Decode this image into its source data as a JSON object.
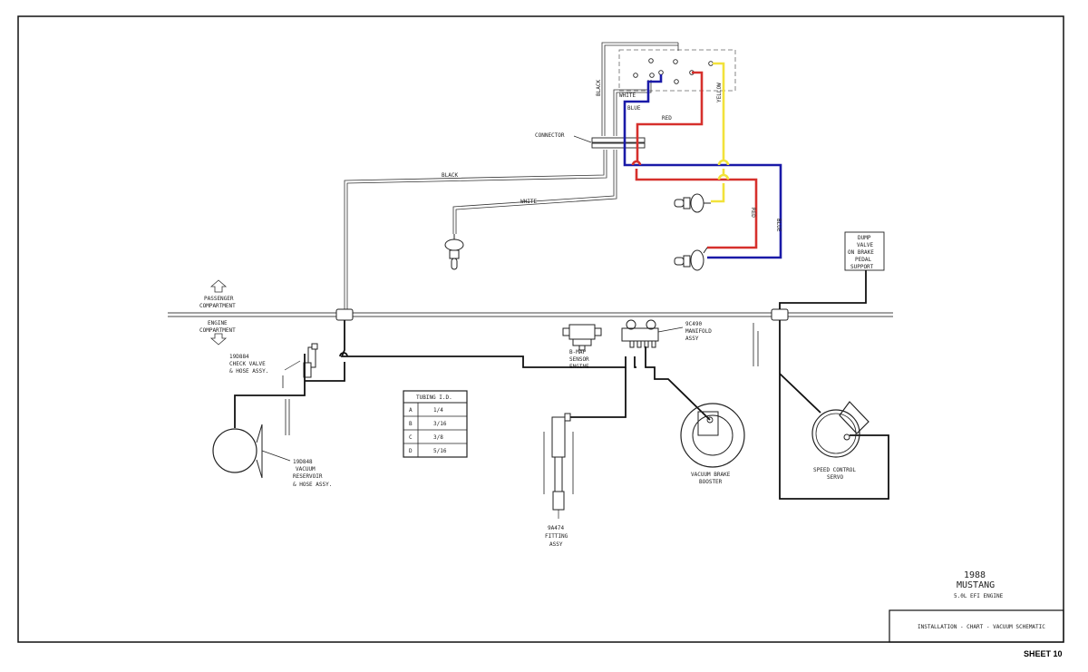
{
  "title_block": {
    "year": "1988",
    "model": "MUSTANG",
    "engine": "5.0L EFI ENGINE",
    "chart_title": "INSTALLATION - CHART - VACUUM SCHEMATIC",
    "sheet": "SHEET 10"
  },
  "compartments": {
    "passenger": [
      "PASSENGER",
      "COMPARTMENT"
    ],
    "engine": [
      "ENGINE",
      "COMPARTMENT"
    ]
  },
  "wire_labels": {
    "black_vertical": "BLACK",
    "white_top": "WHITE",
    "blue_top": "BLUE",
    "red_top": "RED",
    "yellow": "YELLOW",
    "black_horizontal": "BLACK",
    "white_horizontal": "WHITE",
    "red_vertical": "RED",
    "blue_vertical": "BLUE",
    "connector": "CONNECTOR"
  },
  "components": {
    "check_valve": [
      "19D884",
      "CHECK VALVE",
      "& HOSE ASSY."
    ],
    "reservoir": [
      "19D848",
      "VACUUM",
      "RESERVOIR",
      "& HOSE ASSY."
    ],
    "map_sensor": [
      "B-MAP",
      "SENSOR",
      "ENGINE"
    ],
    "manifold": [
      "9C490",
      "MANIFOLD",
      "ASSY"
    ],
    "fitting": [
      "9A474",
      "FITTING",
      "ASSY"
    ],
    "brake_booster": [
      "VACUUM BRAKE",
      "BOOSTER"
    ],
    "servo": [
      "SPEED CONTROL",
      "SERVO"
    ],
    "dump_valve": [
      "DUMP",
      "VALVE",
      "ON BRAKE",
      "PEDAL",
      "SUPPORT"
    ]
  },
  "tubing_table": {
    "header": "TUBING I.D.",
    "rows": [
      {
        "code": "A",
        "size": "1/4"
      },
      {
        "code": "B",
        "size": "3/16"
      },
      {
        "code": "C",
        "size": "3/8"
      },
      {
        "code": "D",
        "size": "5/16"
      }
    ]
  },
  "colors": {
    "black": "#111111",
    "blue": "#1a1aa8",
    "red": "#d6302c",
    "yellow": "#f2e23a"
  }
}
